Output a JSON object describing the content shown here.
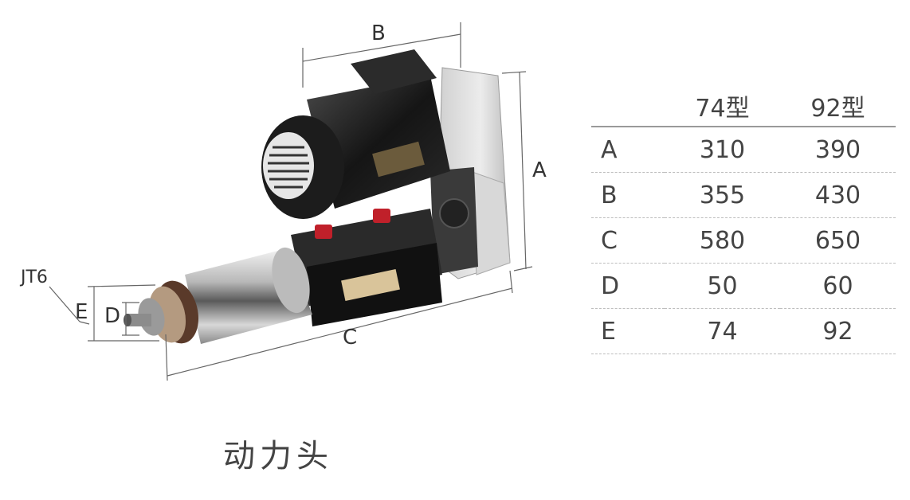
{
  "dimension_labels": {
    "a": "A",
    "b": "B",
    "c": "C",
    "d": "D",
    "e": "E",
    "taper": "JT6"
  },
  "table": {
    "columns": [
      "74型",
      "92型"
    ],
    "rows": [
      {
        "label": "A",
        "values": [
          "310",
          "390"
        ]
      },
      {
        "label": "B",
        "values": [
          "355",
          "430"
        ]
      },
      {
        "label": "C",
        "values": [
          "580",
          "650"
        ]
      },
      {
        "label": "D",
        "values": [
          "50",
          "60"
        ]
      },
      {
        "label": "E",
        "values": [
          "74",
          "92"
        ]
      }
    ]
  },
  "caption": "动力头"
}
